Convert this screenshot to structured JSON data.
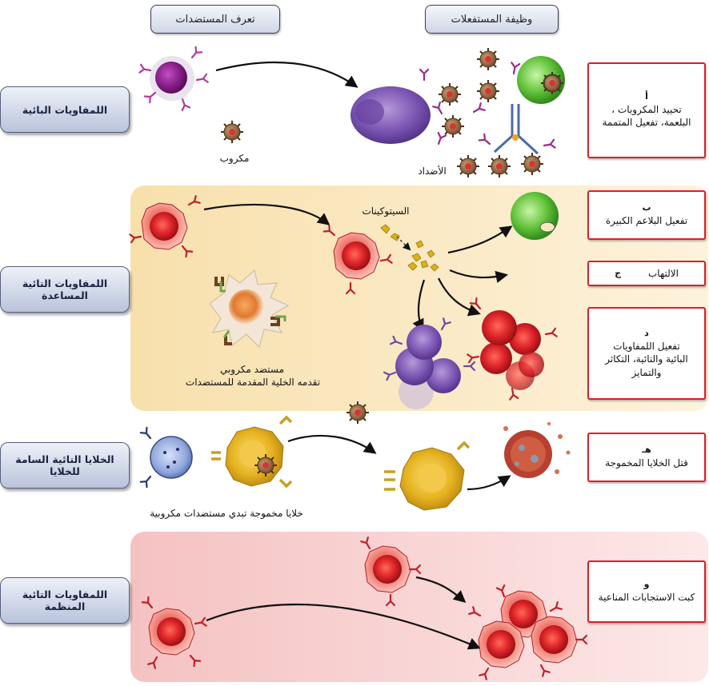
{
  "headers": {
    "antigen_recognition": "تعرف المستضدات",
    "effector_function": "وظيفة المستفعلات"
  },
  "rows": [
    {
      "label": "اللمفاويات البائية"
    },
    {
      "label": "اللمفاويات التائية المساعدة"
    },
    {
      "label": "الخلايا التائية السامة للخلايا"
    },
    {
      "label": "اللمفاويات التائية المنظمة"
    }
  ],
  "functions": [
    {
      "letter": "أ",
      "text": "تحييد المكروبات ، البلعمة، تفعيل المتممة"
    },
    {
      "letter": "ب",
      "text": "تفعيل البلاعم الكبيرة"
    },
    {
      "letter": "ج",
      "text": "الالتهاب"
    },
    {
      "letter": "د",
      "text": "تفعيل اللمفاويات البائية والتائية، التكاثر والتمايز"
    },
    {
      "letter": "هـ",
      "text": "قتل الخلايا المخموجة"
    },
    {
      "letter": "و",
      "text": "كبت الاستجابات المناعية"
    }
  ],
  "captions": {
    "microbe": "مكروب",
    "antibodies": "الأضداد",
    "cytokines": "السيتوكينات",
    "microbial_antigen": "مستضد مكروبي",
    "apc": "تقدمه الخلية المقدمة للمستضدات",
    "infected_cells": "خلايا مخموجة تبدي مستضدات مكروبية"
  },
  "colors": {
    "panel_helper": "#fbe8bf",
    "panel_regulatory": "#f9d3d3",
    "box_border": "#d8202a",
    "label_bg": "#c3cce0"
  }
}
